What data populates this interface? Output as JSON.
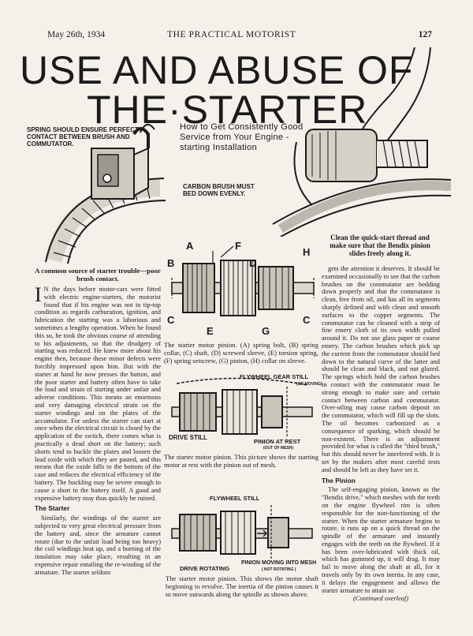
{
  "header": {
    "date": "May 26th, 1934",
    "publication": "THE PRACTICAL MOTORIST",
    "page_number": "127"
  },
  "title": {
    "line1": "USE AND ABUSE OF",
    "line2": "THE·STARTER"
  },
  "deck": "How to Get Consistently Good Service from Your Engine - starting Installation",
  "illustration_labels": {
    "spring": "SPRING SHOULD ENSURE PERFECT CONTACT BETWEEN BRUSH AND COMMUTATOR.",
    "carbon": "CARBON BRUSH MUST BED DOWN EVENLY."
  },
  "caption_left": "A common source of starter trouble—poor brush contact.",
  "caption_right": "Clean the quick-start thread and make sure that the Bendix pinion slides freely along it.",
  "column1": {
    "dropcap": "I",
    "intro": "N the days before motor-cars were fitted with electric engine-starters, the motorist found that if his engine was not in tip-top condition as regards carburation, ignition, and lubrication the starting was a laborious and sometimes a lengthy operation. When he found this so, he took the obvious course of attending to his adjustments, so that the drudgery of starting was reduced. He knew more about his engine then, because these minor defects were forcibly impressed upon him. But with the starter at hand he now presses the button, and the poor starter and battery often have to take the load and strain of starting under unfair and adverse conditions. This means an enormous and very damaging electrical strain on the starter windings and on the plates of the accumulator. For unless the starter can start at once when the electrical circuit is closed by the application of the switch, there comes what is practically a dead short on the battery; such shorts tend to buckle the plates and loosen the lead oxide with which they are pasted, and this means that the oxide falls to the bottom of the case and reduces the electrical efficiency of the battery. The buckling may be severe enough to cause a short in the battery itself. A good and expensive battery may thus quickly be ruined.",
    "subhead": "The Starter",
    "starter_text": "Similarly, the windings of the starter are subjected to very great electrical pressure from the battery and, since the armature cannot rotate (due to the unfair load being too heavy) the coil windings heat up, and a burning of the insulation may take place, resulting in an expensive repair entailing the re-winding of the armature. The starter seldom"
  },
  "diagram1": {
    "labels": {
      "a": "A",
      "b": "B",
      "c": "C",
      "d": "D",
      "e": "E",
      "f": "F",
      "g": "G",
      "h": "H",
      "c2": "C"
    },
    "caption": "The starter motor pinion. (A) spring bolt, (B) spring collar, (C) shaft, (D) screwed sleeve, (E) torsion spring, (F) spring setscrew, (G) pinion, (H) collar on sleeve."
  },
  "diagram2": {
    "flywheel": "FLYWHEEL GEAR STILL",
    "flywheel_note": "(OR MOVING)",
    "drive": "DRIVE STILL",
    "pinion": "PINION AT REST",
    "pinion_note": "(OUT OF MESH)",
    "caption": "The starter motor pinion. This picture shows the starting motor at rest with the pinion out of mesh."
  },
  "diagram3": {
    "flywheel": "FLYWHEEL STILL",
    "drive": "DRIVE ROTATING",
    "pinion": "PINION MOVING INTO MESH",
    "pinion_note": "( NOT ROTATING )",
    "caption": "The starter motor pinion. This shows the motor shaft beginning to revolve. The inertia of the pinion causes it to move outwards along the spindle as shown above."
  },
  "column3": {
    "intro": "gets the attention it deserves. It should be examined occasionally to see that the carbon brushes on the commutator are bedding down properly and that the commutator is clean, free from oil, and has all its segments sharply defined and with clean and smooth surfaces to the copper segments. The commutator can be cleaned with a strip of fine emery cloth of its own width pulled around it. Do not use glass paper or coarse emery. The carbon brushes which pick up the current from the commutator should bed down to the natural curve of the latter and should be clean and black, and not glazed. The springs which hold the carbon brushes in contact with the commutator must be strong enough to make sure and certain contact between carbon and commutator. Over-oiling may cause carbon deposit on the commutator, which will fill up the slots. The oil becomes carbonized as a consequence of sparking, which should be non-existent. There is an adjustment provided for what is called the \"third brush,\" but this should never be interfered with. It is set by the makers after most careful tests and should be left as they have set it.",
    "subhead": "The Pinion",
    "pinion_text": "The self-engaging pinion, known as the \"Bendix drive,\" which meshes with the teeth on the engine flywheel rim is often responsible for the non-functioning of the starter. When the starter armature begins to rotate, it runs up on a quick thread on the spindle of the armature and instantly engages with the teeth on the flywheel. If it has been over-lubricated with thick oil, which has gummed up, it will drag. It may fail to move along the shaft at all, for it travels only by its own inertia. In any case, it delays the engagement and allows the starter armature to attain so",
    "continued": "(Continued overleaf)"
  }
}
